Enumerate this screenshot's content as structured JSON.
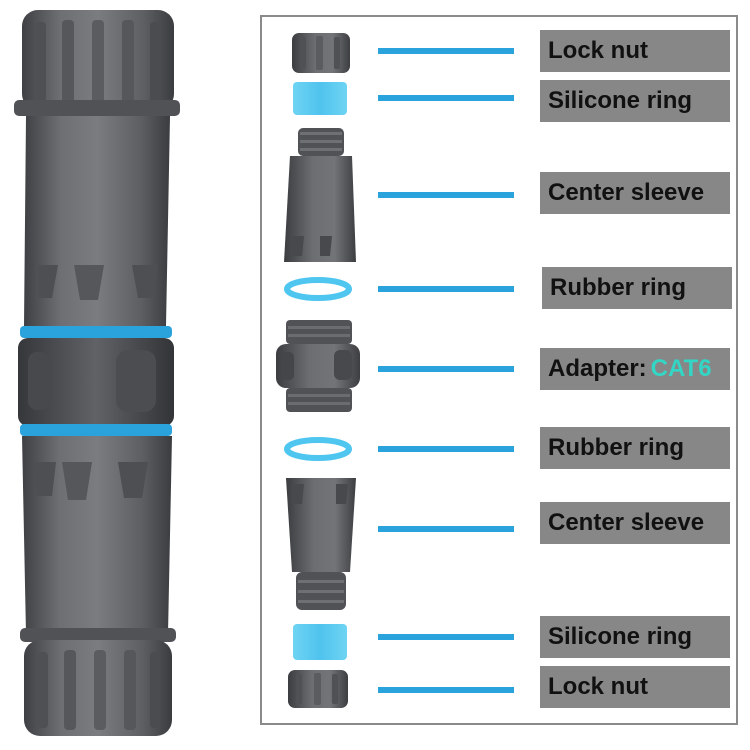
{
  "parts": [
    {
      "id": "lock-nut-top",
      "label": "Lock nut"
    },
    {
      "id": "silicone-ring-top",
      "label": "Silicone ring"
    },
    {
      "id": "center-sleeve-top",
      "label": "Center sleeve"
    },
    {
      "id": "rubber-ring-top",
      "label": "Rubber ring"
    },
    {
      "id": "adapter",
      "label": "Adapter:",
      "code": "CAT6"
    },
    {
      "id": "rubber-ring-bottom",
      "label": "Rubber ring"
    },
    {
      "id": "center-sleeve-bottom",
      "label": "Center sleeve"
    },
    {
      "id": "silicone-ring-bottom",
      "label": "Silicone ring"
    },
    {
      "id": "lock-nut-bottom",
      "label": "Lock nut"
    }
  ],
  "colors": {
    "body_gray": "#6b6d70",
    "accent_blue": "#2aa3dd",
    "silicone_cyan": "#5cd0f0",
    "label_bg": "#878787",
    "adapter_code": "#33d6c5"
  }
}
